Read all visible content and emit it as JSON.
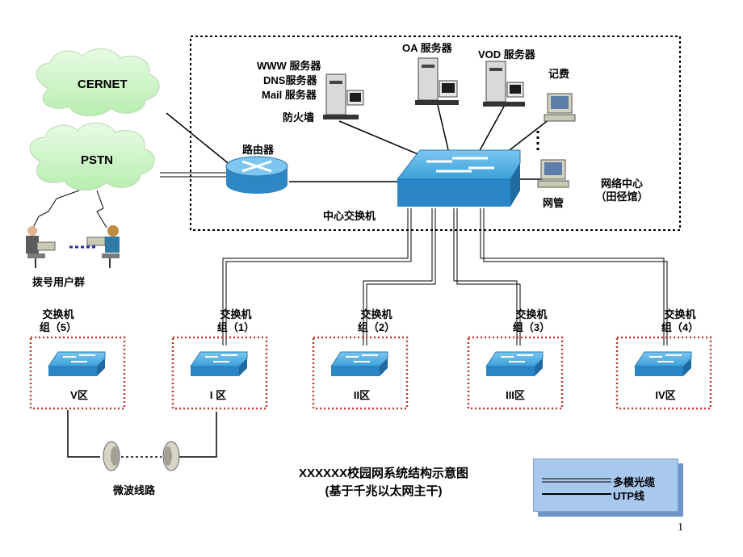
{
  "clouds": {
    "cernet": "CERNET",
    "pstn": "PSTN"
  },
  "servers": {
    "www": "WWW 服务器",
    "dns": "DNS服务器",
    "mail": "Mail 服务器",
    "oa": "OA 服务器",
    "vod": "VOD 服务器",
    "firewall": "防火墙"
  },
  "billing": "记费",
  "admin": "网管",
  "router": "路由器",
  "core_switch": "中心交换机",
  "network_center": {
    "line1": "网络中心",
    "line2": "（田径馆）"
  },
  "dialup": "拨号用户群",
  "switch_groups": [
    {
      "label1": "交换机",
      "label2": "组（5）",
      "zone": "V区"
    },
    {
      "label1": "交换机",
      "label2": "组（1）",
      "zone": "I 区"
    },
    {
      "label1": "交换机",
      "label2": "组（2）",
      "zone": "II区"
    },
    {
      "label1": "交换机",
      "label2": "组（3）",
      "zone": "III区"
    },
    {
      "label1": "交换机",
      "label2": "组（4）",
      "zone": "IV区"
    }
  ],
  "microwave": "微波线路",
  "title": {
    "line1": "XXXXXX校园网系统结构示意图",
    "line2": "(基于千兆以太网主干)"
  },
  "legend": {
    "fiber": "多模光缆",
    "utp": "UTP线"
  },
  "page_number": "1",
  "colors": {
    "cloud": "#ccf5c6",
    "switch": "#3aa0da",
    "dotted_box": "#c0392b",
    "legend_bg": "#a8c8ee"
  }
}
